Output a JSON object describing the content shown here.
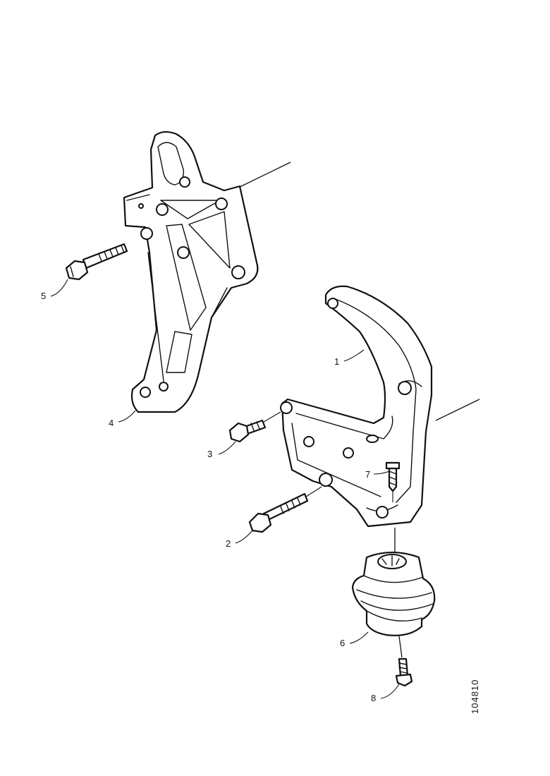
{
  "callouts": {
    "c1": "1",
    "c2": "2",
    "c3": "3",
    "c4": "4",
    "c5": "5",
    "c6": "6",
    "c7": "7",
    "c8": "8"
  },
  "reference_number": "104810",
  "colors": {
    "line": "#111111",
    "background": "#ffffff"
  }
}
